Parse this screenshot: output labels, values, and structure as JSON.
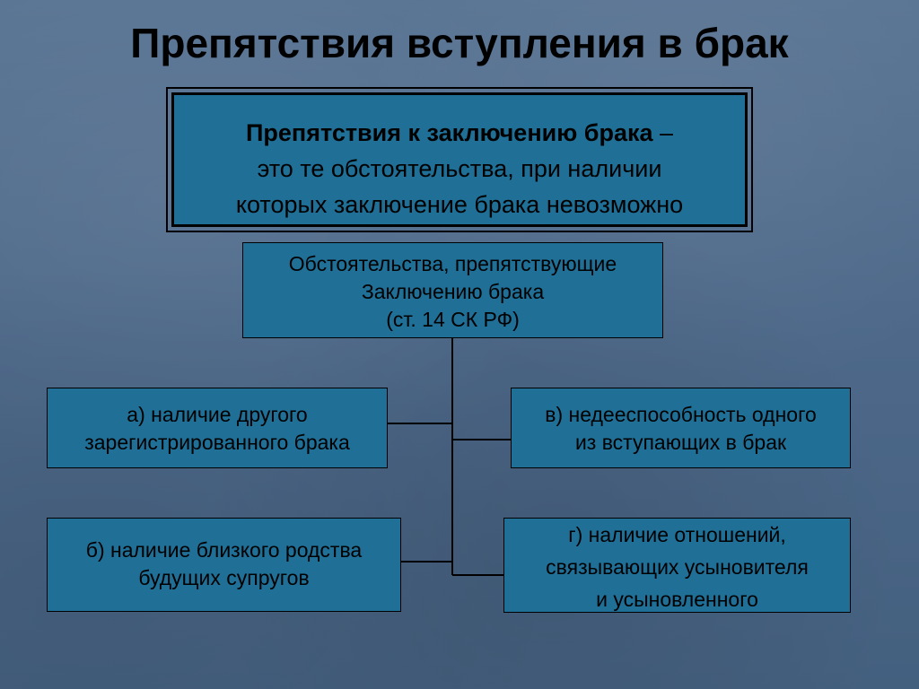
{
  "slide": {
    "title": "Препятствия вступления в брак"
  },
  "definition": {
    "term": "Препятствия к заключению брака",
    "dash": " –",
    "line2": "это те обстоятельства, при наличии",
    "line3": "которых заключение брака невозможно"
  },
  "central": {
    "line1": "Обстоятельства, препятствующие",
    "line2": "Заключению брака",
    "line3": "(ст. 14 СК РФ)"
  },
  "items": {
    "a": {
      "line1": "а) наличие другого",
      "line2": "зарегистрированного брака"
    },
    "b": {
      "line1": "б) наличие близкого родства",
      "line2": "будущих супругов"
    },
    "v": {
      "line1": "в) недееспособность одного",
      "line2": "из вступающих в брак"
    },
    "g": {
      "line1": "г) наличие отношений,",
      "line2": "связывающих усыновителя",
      "line3": "и усыновленного"
    }
  },
  "colors": {
    "box_fill": "#1f6f97",
    "line": "#000000",
    "background": "#4f6b8a"
  }
}
